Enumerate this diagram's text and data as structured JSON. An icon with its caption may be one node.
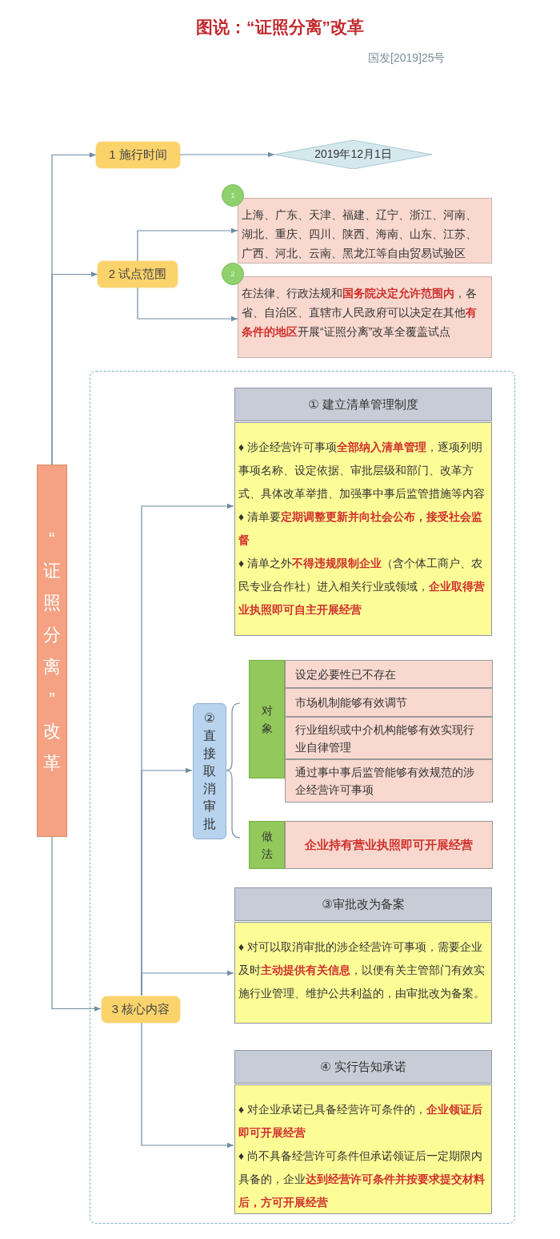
{
  "diagram": {
    "title": "图说：“证照分离”改革",
    "nodes": [
      {
        "text": [
          "“证照分离”改革"
        ]
      },
      {
        "text": [
          "1 施行时间"
        ]
      },
      {
        "text": [
          "2019年12月1日"
        ]
      },
      {
        "text": [
          "2 试点范围"
        ]
      },
      {
        "text": [
          "1"
        ]
      },
      {
        "text": [
          "上海、广东、天津、福建、辽宁、浙江、河南、湖北、重庆、四川、陕西、海南、山东、江苏、广西、河北、云南、黑龙江等自由贸易试验区"
        ]
      },
      {
        "text": [
          "2"
        ]
      },
      {
        "text": [
          "在法律、行政法规和**国务院决定允许范围内**，各省、自治区、直辖市人民政府可以决定在其他**有条件的地区**开展“证照分离”改革全覆盖试点"
        ]
      },
      {
        "text": [],
        "shape": "box"
      },
      {
        "text": [
          "3 核心内容"
        ],
        "in": 8
      },
      {
        "text": [
          "① 建立清单管理制度",
          "♦ 涉企经营许可事项**全部纳入清单管理**，逐项列明事项名称、设定依据、审批层级和部门、改革方式、具体改革举措、加强事中事后监管措施等内容",
          "♦ 清单要**定期调整更新并向社会公布，接受社会监督**",
          "♦ 清单之外**不得违规限制企业**（含个体工商户、农民专业合作社）进入相关行业或领域，**企业取得营业执照即可自主开展经营**"
        ],
        "in": 8
      },
      {
        "text": [
          "②直接取消审批"
        ],
        "in": 8
      },
      {
        "text": [
          "对象"
        ],
        "in": 8
      },
      {
        "text": [
          "设定必要性已不存在"
        ],
        "in": 8
      },
      {
        "text": [
          "市场机制能够有效调节"
        ],
        "in": 8
      },
      {
        "text": [
          "行业组织或中介机构能够有效实现行业自律管理"
        ],
        "in": 8
      },
      {
        "text": [
          "通过事中事后监管能够有效规范的涉企经营许可事项"
        ],
        "in": 8
      },
      {
        "text": [
          "做法"
        ],
        "in": 8
      },
      {
        "text": [
          "企业持有营业执照即可开展经营"
        ],
        "in": 8
      },
      {
        "text": [
          "③审批改为备案",
          "♦ 对可以取消审批的涉企经营许可事项，需要企业及时**主动提供有关信息**，以便有关主管部门有效实施行业管理、维护公共利益的，由审批改为备案。"
        ],
        "in": 8
      },
      {
        "text": [
          "④ 实行告知承诺",
          "♦ 对企业承诺已具备经营许可条件的，**企业领证后即可开展经营**",
          "♦ 尚不具备经营许可条件但承诺领证后一定期限内具备的，企业**达到经营许可条件并按要求提交材料后，方可开展经营**"
        ],
        "in": 8
      }
    ],
    "edges": [
      {
        "from": 0,
        "to": 1,
        "arrow": "to"
      },
      {
        "from": 0,
        "to": 3,
        "arrow": "to"
      },
      {
        "from": 0,
        "to": 9,
        "arrow": "to"
      },
      {
        "from": 1,
        "to": 2,
        "arrow": "to"
      },
      {
        "from": 3,
        "to": 5,
        "arrow": "to"
      },
      {
        "from": 3,
        "to": 7,
        "arrow": "to"
      },
      {
        "from": 9,
        "to": 10,
        "arrow": "to"
      },
      {
        "from": 9,
        "to": 11,
        "arrow": "to"
      },
      {
        "from": 9,
        "to": 19,
        "arrow": "to"
      },
      {
        "from": 9,
        "to": 20,
        "arrow": "to"
      }
    ],
    "labels": [
      "国发[2019]25号"
    ]
  }
}
